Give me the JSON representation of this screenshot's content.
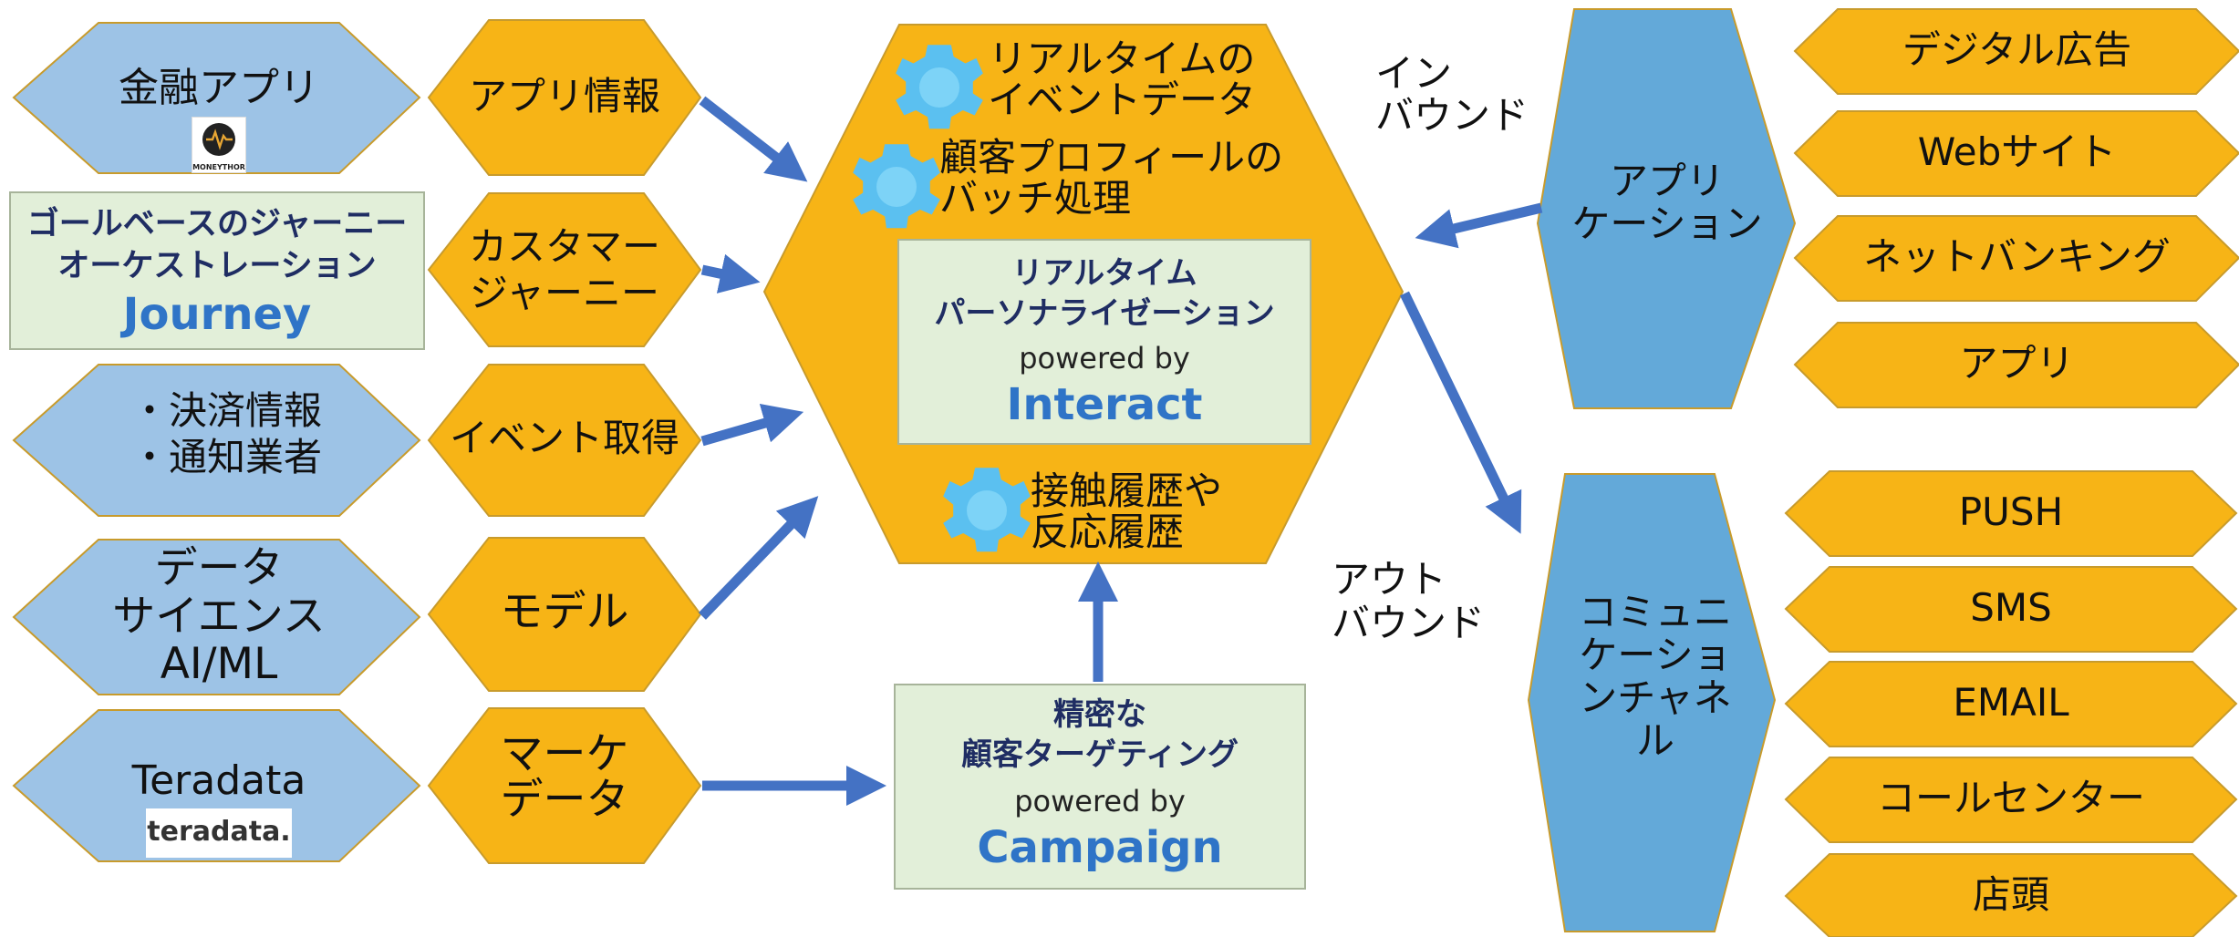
{
  "sources": [
    {
      "name": "金融アプリ",
      "logo": "MONEYTHOR"
    },
    {
      "name": "・決済情報\n・通知業者"
    },
    {
      "name": "データ\nサイエンス\nAI/ML"
    },
    {
      "name": "Teradata",
      "logo": "teradata."
    }
  ],
  "journey_box": {
    "line1": "ゴールベースのジャーニー",
    "line2": "オーケストレーション",
    "brand": "Journey"
  },
  "inputs": [
    "アプリ情報",
    "カスタマー\nジャーニー",
    "イベント取得",
    "モデル",
    "マーケ\nデータ"
  ],
  "center": {
    "items": [
      "リアルタイムの\nイベントデータ",
      "顧客プロフィールの\nバッチ処理",
      "接触履歴や\n反応履歴"
    ],
    "box": {
      "line1": "リアルタイム",
      "line2": "パーソナライゼーション",
      "powered": "powered by",
      "brand": "Interact"
    }
  },
  "campaign_box": {
    "line1": "精密な",
    "line2": "顧客ターゲティング",
    "powered": "powered by",
    "brand": "Campaign"
  },
  "flow_labels": {
    "inbound": "イン\nバウンド",
    "outbound": "アウト\nバウンド"
  },
  "application": {
    "label": "アプリ\nケーション",
    "channels": [
      "デジタル広告",
      "Webサイト",
      "ネットバンキング",
      "アプリ"
    ]
  },
  "communication": {
    "label": "コミュニ\nケーショ\nンチャネ\nル",
    "channels": [
      "PUSH",
      "SMS",
      "EMAIL",
      "コールセンター",
      "店頭"
    ]
  },
  "colors": {
    "orange": "#f7b416",
    "orange_border": "#c89b2c",
    "light_blue": "#9dc3e6",
    "blue": "#63a9d9",
    "green_box": "#e2efd9",
    "arrow": "#4472c4",
    "gear": "#5bc0f0",
    "brand_blue": "#2f74c7",
    "navy": "#1f2d63"
  }
}
